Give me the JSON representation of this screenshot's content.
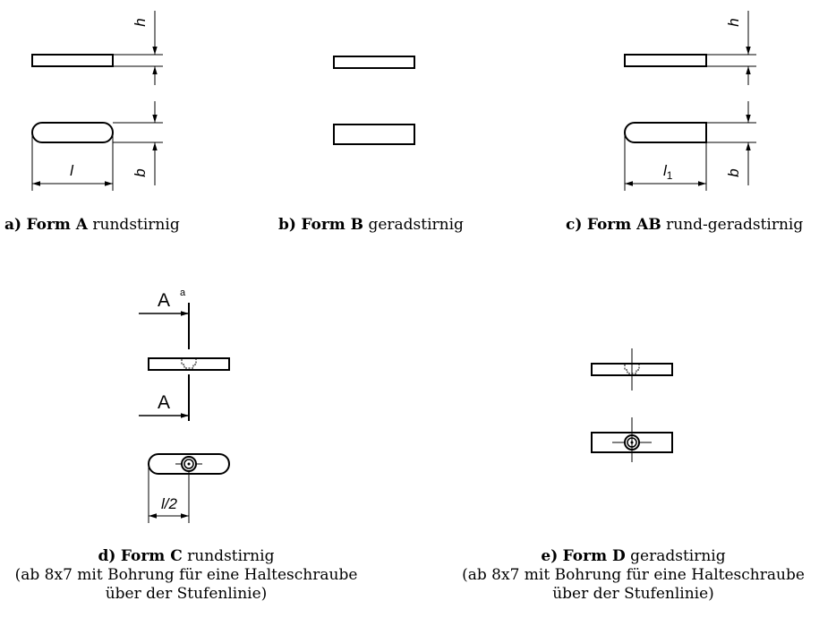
{
  "forms": {
    "a": {
      "prefix": "a)",
      "form": "Form A",
      "desc": "rundstirnig",
      "dim_h": "h",
      "dim_b": "b",
      "dim_len": "l"
    },
    "b": {
      "prefix": "b)",
      "form": "Form B",
      "desc": "geradstirnig"
    },
    "c": {
      "prefix": "c)",
      "form": "Form AB",
      "desc": "rund-geradstirnig",
      "dim_h": "h",
      "dim_b": "b",
      "dim_len": "l",
      "dim_len_sub": "1"
    },
    "d": {
      "prefix": "d)",
      "form": "Form C",
      "desc": "rundstirnig",
      "line2": "(ab 8x7 mit Bohrung für eine Halteschraube",
      "line3": "über der Stufenlinie)",
      "section": "A",
      "section_note": "a",
      "dim_half": "l/2"
    },
    "e": {
      "prefix": "e)",
      "form": "Form D",
      "desc": "geradstirnig",
      "line2": "(ab 8x7 mit Bohrung für eine Halteschraube",
      "line3": "über der Stufenlinie)"
    }
  }
}
